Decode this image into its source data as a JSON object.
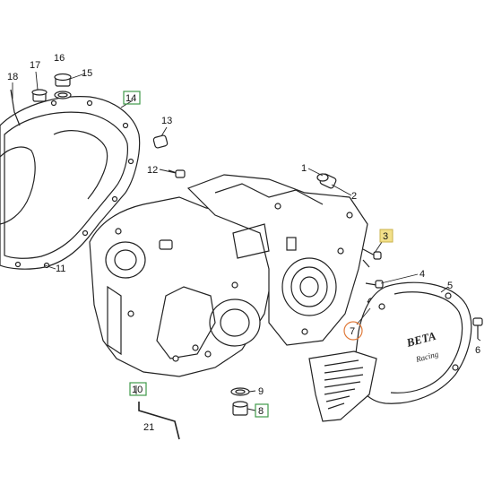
{
  "diagram": {
    "kind": "engine crankcase exploded parts view",
    "brand_logo_text": "BETA Racing",
    "callouts": [
      {
        "id": "c1",
        "label": "1",
        "style": "plain"
      },
      {
        "id": "c2",
        "label": "2",
        "style": "plain"
      },
      {
        "id": "c3",
        "label": "3",
        "style": "yellow-box"
      },
      {
        "id": "c4",
        "label": "4",
        "style": "plain"
      },
      {
        "id": "c5",
        "label": "5",
        "style": "plain"
      },
      {
        "id": "c6",
        "label": "6",
        "style": "plain"
      },
      {
        "id": "c7",
        "label": "7",
        "style": "orange-circle"
      },
      {
        "id": "c8",
        "label": "8",
        "style": "green-box"
      },
      {
        "id": "c9",
        "label": "9",
        "style": "plain"
      },
      {
        "id": "c10",
        "label": "10",
        "style": "green-box"
      },
      {
        "id": "c11",
        "label": "11",
        "style": "plain"
      },
      {
        "id": "c12",
        "label": "12",
        "style": "plain"
      },
      {
        "id": "c13",
        "label": "13",
        "style": "plain"
      },
      {
        "id": "c14",
        "label": "14",
        "style": "green-box"
      },
      {
        "id": "c15",
        "label": "15",
        "style": "plain"
      },
      {
        "id": "c16",
        "label": "16",
        "style": "plain"
      },
      {
        "id": "c17",
        "label": "17",
        "style": "plain"
      },
      {
        "id": "c18",
        "label": "18",
        "style": "plain"
      },
      {
        "id": "c21",
        "label": "21",
        "style": "plain"
      }
    ],
    "colors": {
      "line": "#222222",
      "yellow_box": "#f3e08a",
      "green_box": "#3f9a4a",
      "orange_circle": "#e07a3a",
      "callout_text": "#111111"
    }
  }
}
